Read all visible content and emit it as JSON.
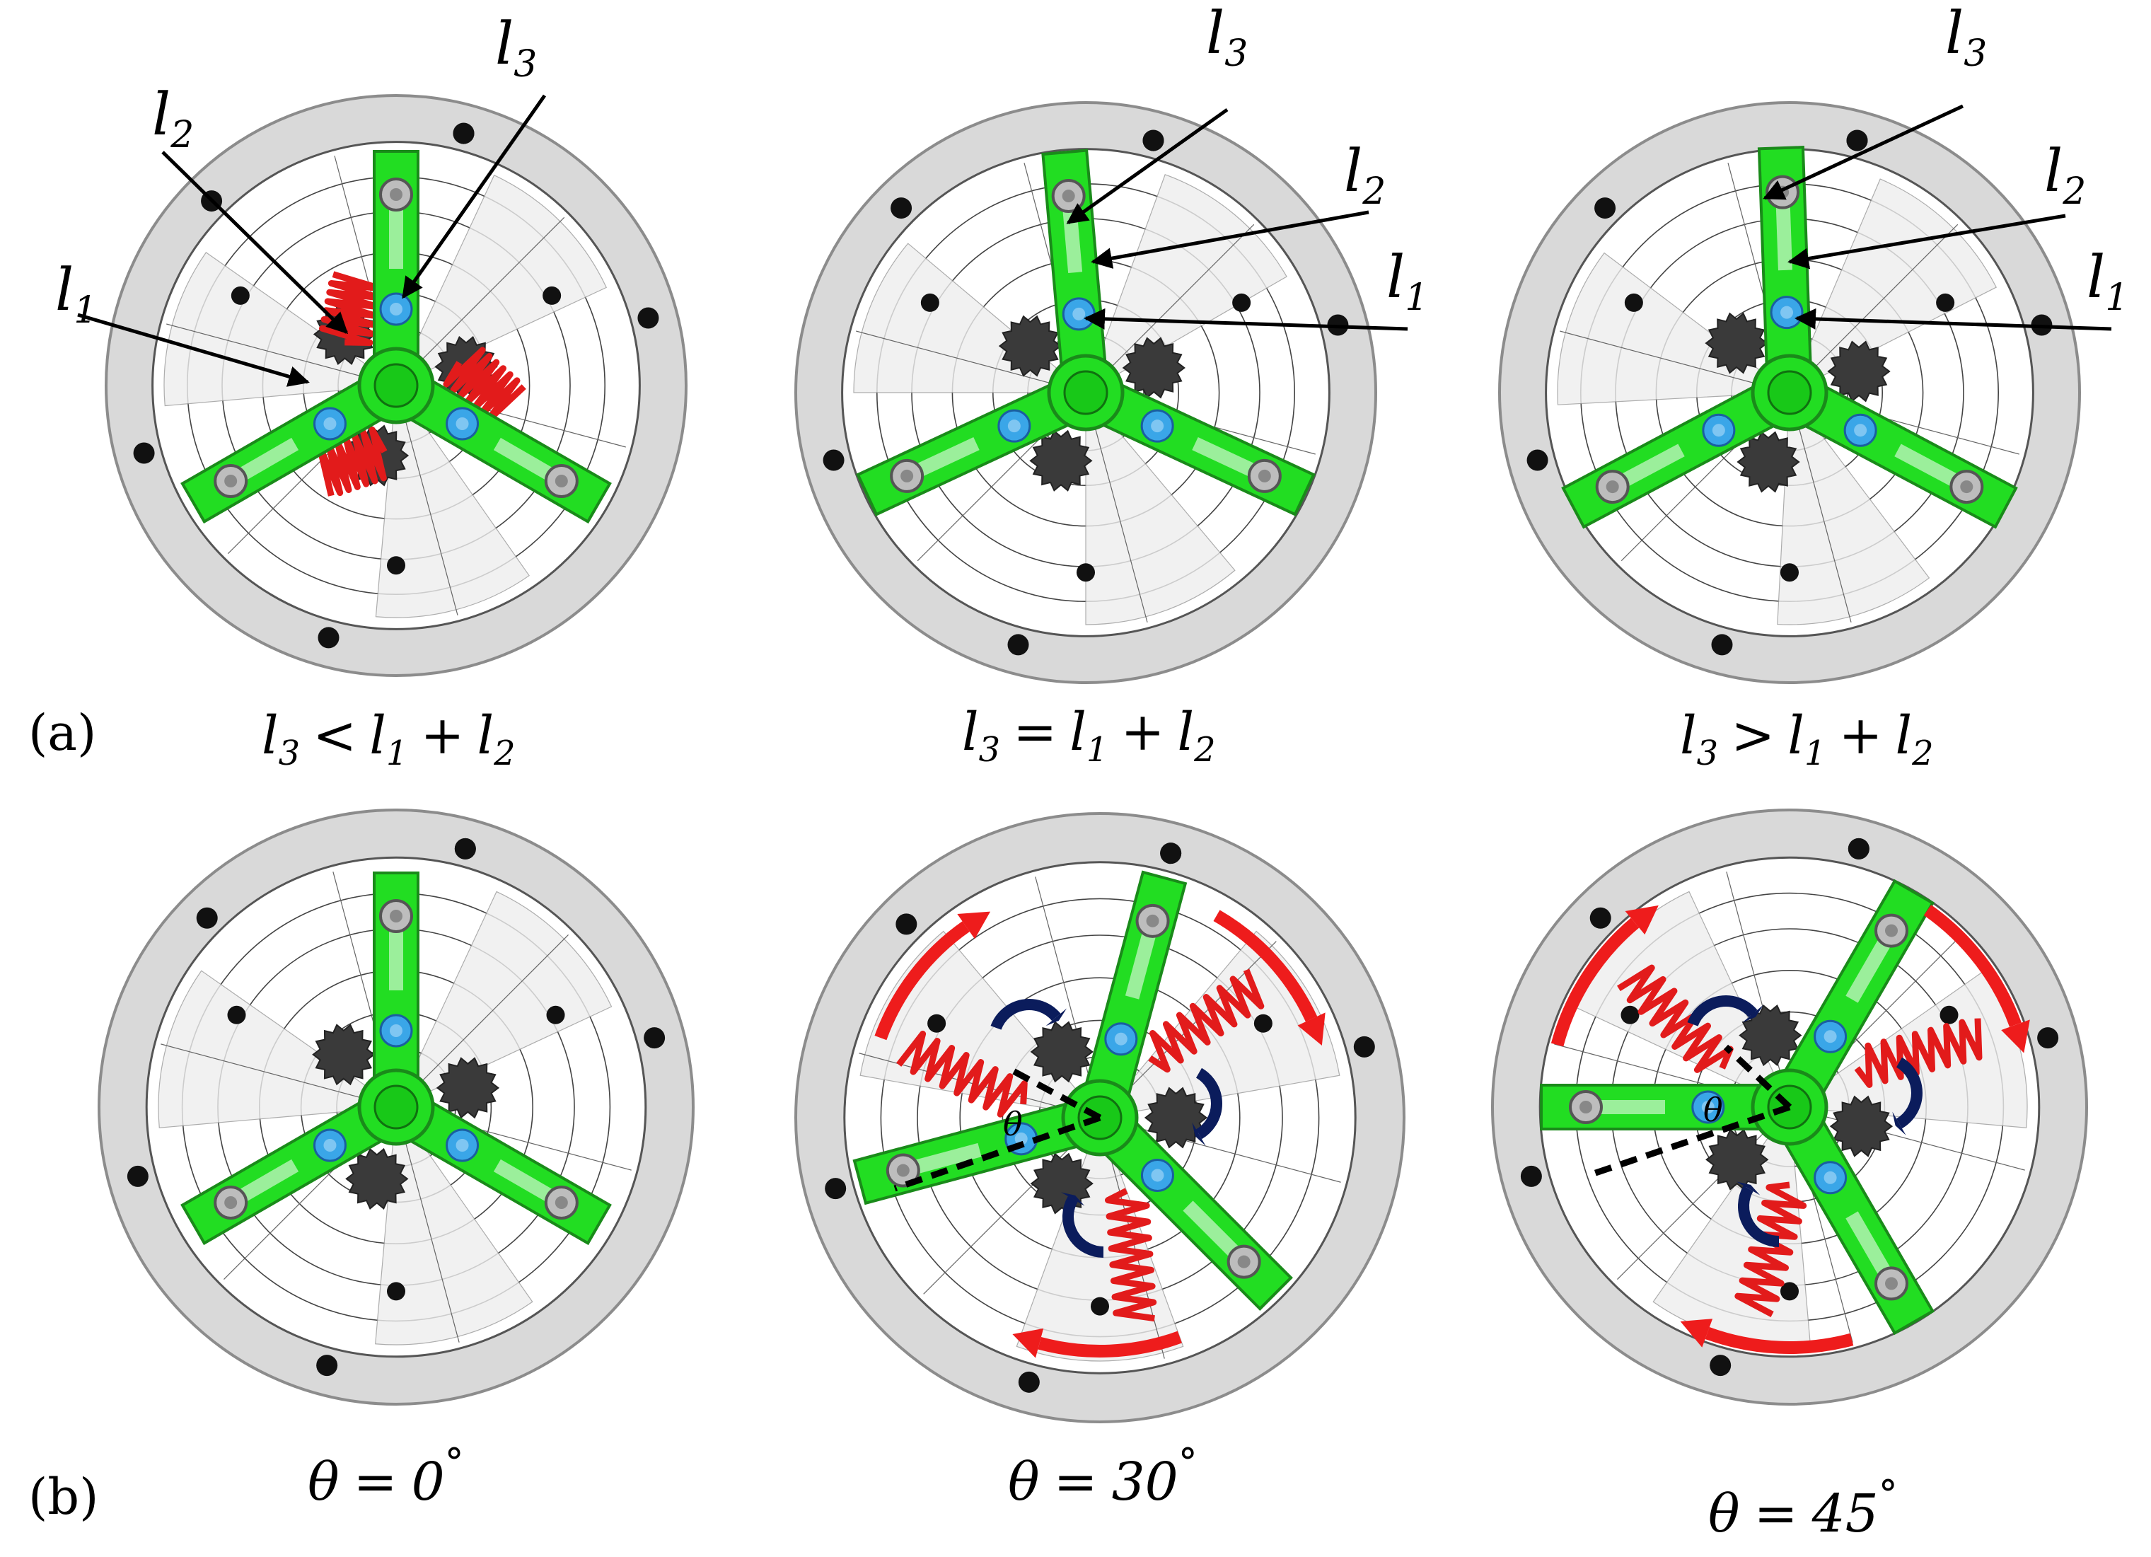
{
  "panels": {
    "a": {
      "tag": "(a)"
    },
    "b": {
      "tag": "(b)"
    }
  },
  "callouts": {
    "l1": {
      "sym": "l",
      "sub": "1"
    },
    "l2": {
      "sym": "l",
      "sub": "2"
    },
    "l3": {
      "sym": "l",
      "sub": "3"
    }
  },
  "conditions_a": [
    {
      "lhs_sub": "3",
      "op": "<",
      "r1_sub": "1",
      "plus": "+",
      "r2_sub": "2"
    },
    {
      "lhs_sub": "3",
      "op": "=",
      "r1_sub": "1",
      "plus": "+",
      "r2_sub": "2"
    },
    {
      "lhs_sub": "3",
      "op": ">",
      "r1_sub": "1",
      "plus": "+",
      "r2_sub": "2"
    }
  ],
  "angles_b": [
    {
      "symbol": "θ",
      "eq": "=",
      "value": "0",
      "unit": "°"
    },
    {
      "symbol": "θ",
      "eq": "=",
      "value": "30",
      "unit": "°"
    },
    {
      "symbol": "θ",
      "eq": "=",
      "value": "45",
      "unit": "°"
    }
  ],
  "in_figure_angle_label": "θ",
  "colors": {
    "arm_green": "#22dd22",
    "spring_red": "#e21b1b",
    "joint_blue": "#3aa6e8",
    "arrow_red": "#ee1c1c",
    "arrow_navy": "#0b1c5c",
    "housing_gray": "#d9d9d9",
    "bolt_black": "#111111"
  }
}
